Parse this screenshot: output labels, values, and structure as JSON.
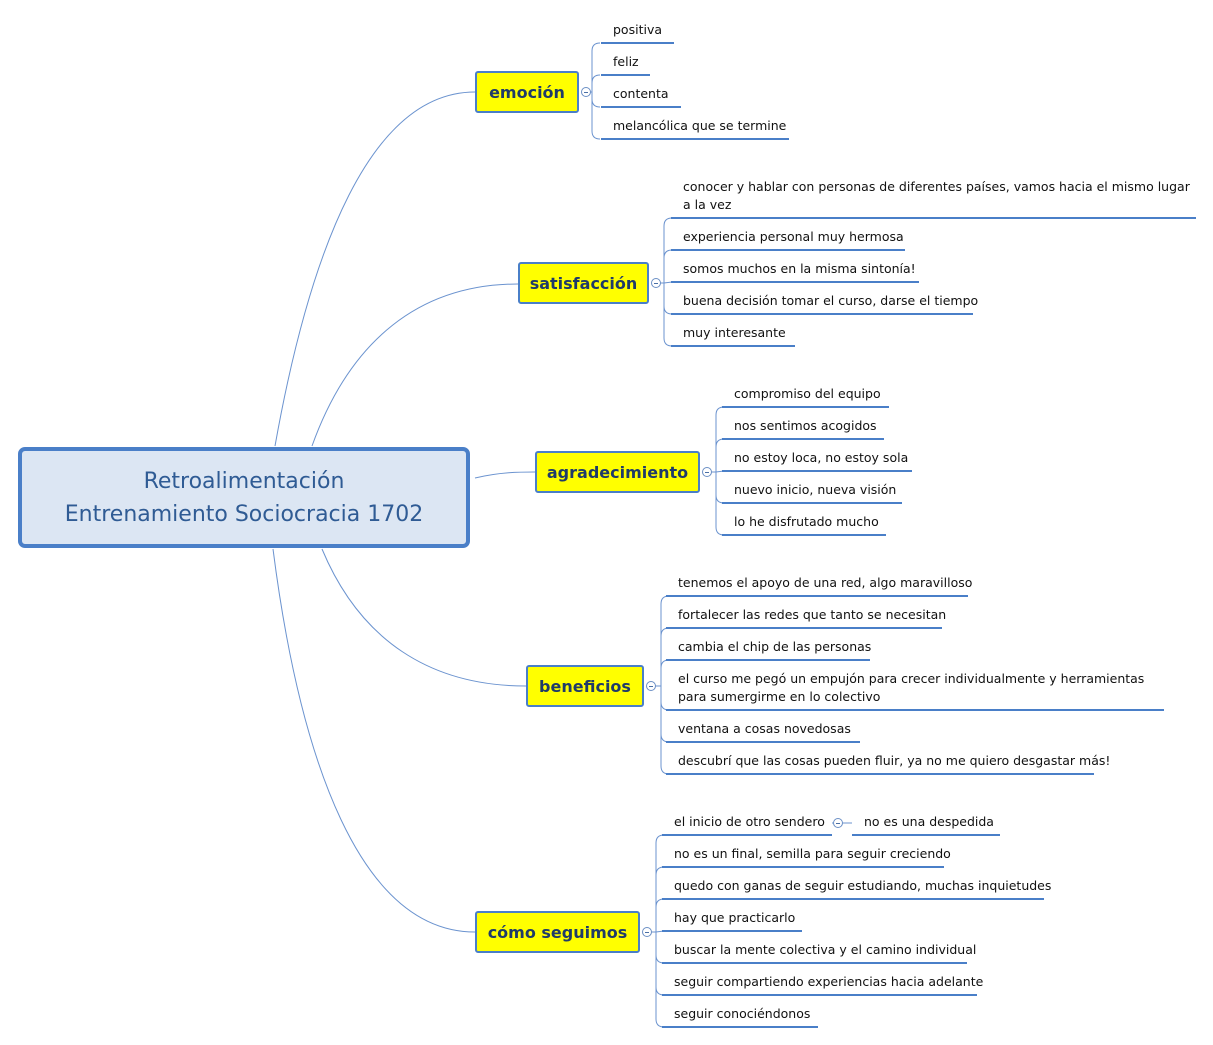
{
  "central": {
    "line1": "Retroalimentación",
    "line2": "Entrenamiento Sociocracia 1702"
  },
  "topics": [
    {
      "label": "emoción",
      "items": [
        "positiva",
        "feliz",
        "contenta",
        "melancólica que se termine"
      ]
    },
    {
      "label": "satisfacción",
      "items": [
        "conocer y hablar con personas de diferentes países, vamos hacia el mismo lugar a la vez",
        "experiencia personal muy hermosa",
        "somos muchos en la misma  sintonía!",
        "buena decisión tomar el curso, darse el tiempo",
        "muy interesante"
      ]
    },
    {
      "label": "agradecimiento",
      "items": [
        "compromiso del equipo",
        "nos sentimos acogidos",
        "no estoy loca, no estoy sola",
        "nuevo inicio, nueva visión",
        "lo he disfrutado mucho"
      ]
    },
    {
      "label": "beneficios",
      "items": [
        "tenemos el apoyo de una red, algo maravilloso",
        "fortalecer las redes que tanto se necesitan",
        "cambia el chip de las personas",
        "el curso me pegó un empujón para crecer individualmente y herramientas para sumergirme en lo colectivo",
        "ventana a cosas novedosas",
        "descubrí que las cosas pueden fluir, ya no me quiero desgastar más!"
      ]
    },
    {
      "label": "cómo seguimos",
      "items": [
        "el inicio de otro sendero",
        "no es un final, semilla para seguir creciendo",
        "quedo con ganas de seguir estudiando, muchas inquietudes",
        "hay que practicarlo",
        "buscar la mente colectiva y el camino individual",
        "seguir compartiendo experiencias hacia adelante",
        "seguir conociéndonos"
      ],
      "sub_item": "no es una despedida"
    }
  ]
}
